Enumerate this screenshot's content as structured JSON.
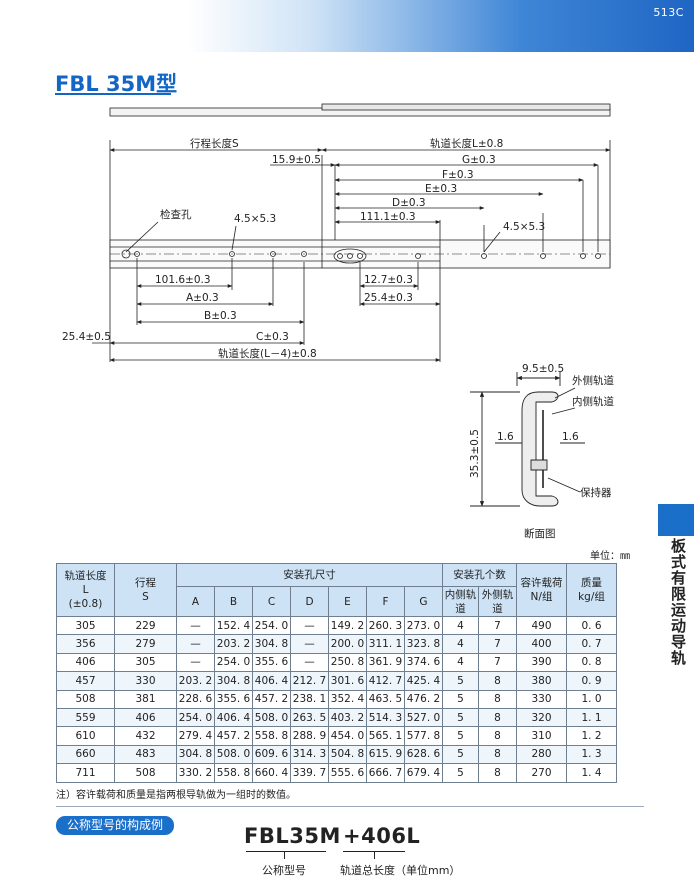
{
  "page": {
    "page_number": "513C",
    "title": "FBL 35M型",
    "side_label": "板式有限运动导轨",
    "unit": "单位：㎜"
  },
  "drawing": {
    "stroke_label": "行程长度S",
    "rail_length_label": "轨道长度L±0.8",
    "dim_15_9": "15.9±0.5",
    "dim_G": "G±0.3",
    "dim_F": "F±0.3",
    "dim_E": "E±0.3",
    "dim_D": "D±0.3",
    "dim_111_1": "111.1±0.3",
    "inspection_hole": "检查孔",
    "hole_left": "4.5×5.3",
    "hole_right": "4.5×5.3",
    "dim_101_6": "101.6±0.3",
    "dim_A": "A±0.3",
    "dim_B": "B±0.3",
    "dim_C": "C±0.3",
    "dim_12_7": "12.7±0.3",
    "dim_25_4_right": "25.4±0.3",
    "dim_25_4_left": "25.4±0.5",
    "rail_length_minus4": "轨道长度(L－4)±0.8",
    "section": {
      "width": "9.5±0.5",
      "outer_rail": "外侧轨道",
      "inner_rail": "内侧轨道",
      "height": "35.3±0.5",
      "gap_left": "1.6",
      "gap_right": "1.6",
      "retainer": "保持器",
      "caption": "断面图"
    }
  },
  "table": {
    "headers": {
      "rail_length": "轨道长度",
      "rail_length_sym": "L",
      "rail_length_tol": "(±0.8)",
      "stroke": "行程",
      "stroke_sym": "S",
      "hole_dims": "安装孔尺寸",
      "hole_count": "安装孔个数",
      "inner_rail": "内侧轨道",
      "outer_rail": "外侧轨道",
      "load": "容许载荷",
      "load_unit": "N/组",
      "mass": "质量",
      "mass_unit": "kg/组",
      "cols": [
        "A",
        "B",
        "C",
        "D",
        "E",
        "F",
        "G"
      ]
    },
    "rows": [
      [
        "305",
        "229",
        "—",
        "152. 4",
        "254. 0",
        "—",
        "149. 2",
        "260. 3",
        "273. 0",
        "4",
        "7",
        "490",
        "0. 6"
      ],
      [
        "356",
        "279",
        "—",
        "203. 2",
        "304. 8",
        "—",
        "200. 0",
        "311. 1",
        "323. 8",
        "4",
        "7",
        "400",
        "0. 7"
      ],
      [
        "406",
        "305",
        "—",
        "254. 0",
        "355. 6",
        "—",
        "250. 8",
        "361. 9",
        "374. 6",
        "4",
        "7",
        "390",
        "0. 8"
      ],
      [
        "457",
        "330",
        "203. 2",
        "304. 8",
        "406. 4",
        "212. 7",
        "301. 6",
        "412. 7",
        "425. 4",
        "5",
        "8",
        "380",
        "0. 9"
      ],
      [
        "508",
        "381",
        "228. 6",
        "355. 6",
        "457. 2",
        "238. 1",
        "352. 4",
        "463. 5",
        "476. 2",
        "5",
        "8",
        "330",
        "1. 0"
      ],
      [
        "559",
        "406",
        "254. 0",
        "406. 4",
        "508. 0",
        "263. 5",
        "403. 2",
        "514. 3",
        "527. 0",
        "5",
        "8",
        "320",
        "1. 1"
      ],
      [
        "610",
        "432",
        "279. 4",
        "457. 2",
        "558. 8",
        "288. 9",
        "454. 0",
        "565. 1",
        "577. 8",
        "5",
        "8",
        "310",
        "1. 2"
      ],
      [
        "660",
        "483",
        "304. 8",
        "508. 0",
        "609. 6",
        "314. 3",
        "504. 8",
        "615. 9",
        "628. 6",
        "5",
        "8",
        "280",
        "1. 3"
      ],
      [
        "711",
        "508",
        "330. 2",
        "558. 8",
        "660. 4",
        "339. 7",
        "555. 6",
        "666. 7",
        "679. 4",
        "5",
        "8",
        "270",
        "1. 4"
      ]
    ],
    "note": "注）容许载荷和质量是指两根导轨做为一组时的数值。"
  },
  "example": {
    "badge": "公称型号的构成例",
    "model_code": "FBL35M",
    "length_code": "+406L",
    "model_label": "公称型号",
    "length_label": "轨道总长度（单位mm）"
  }
}
